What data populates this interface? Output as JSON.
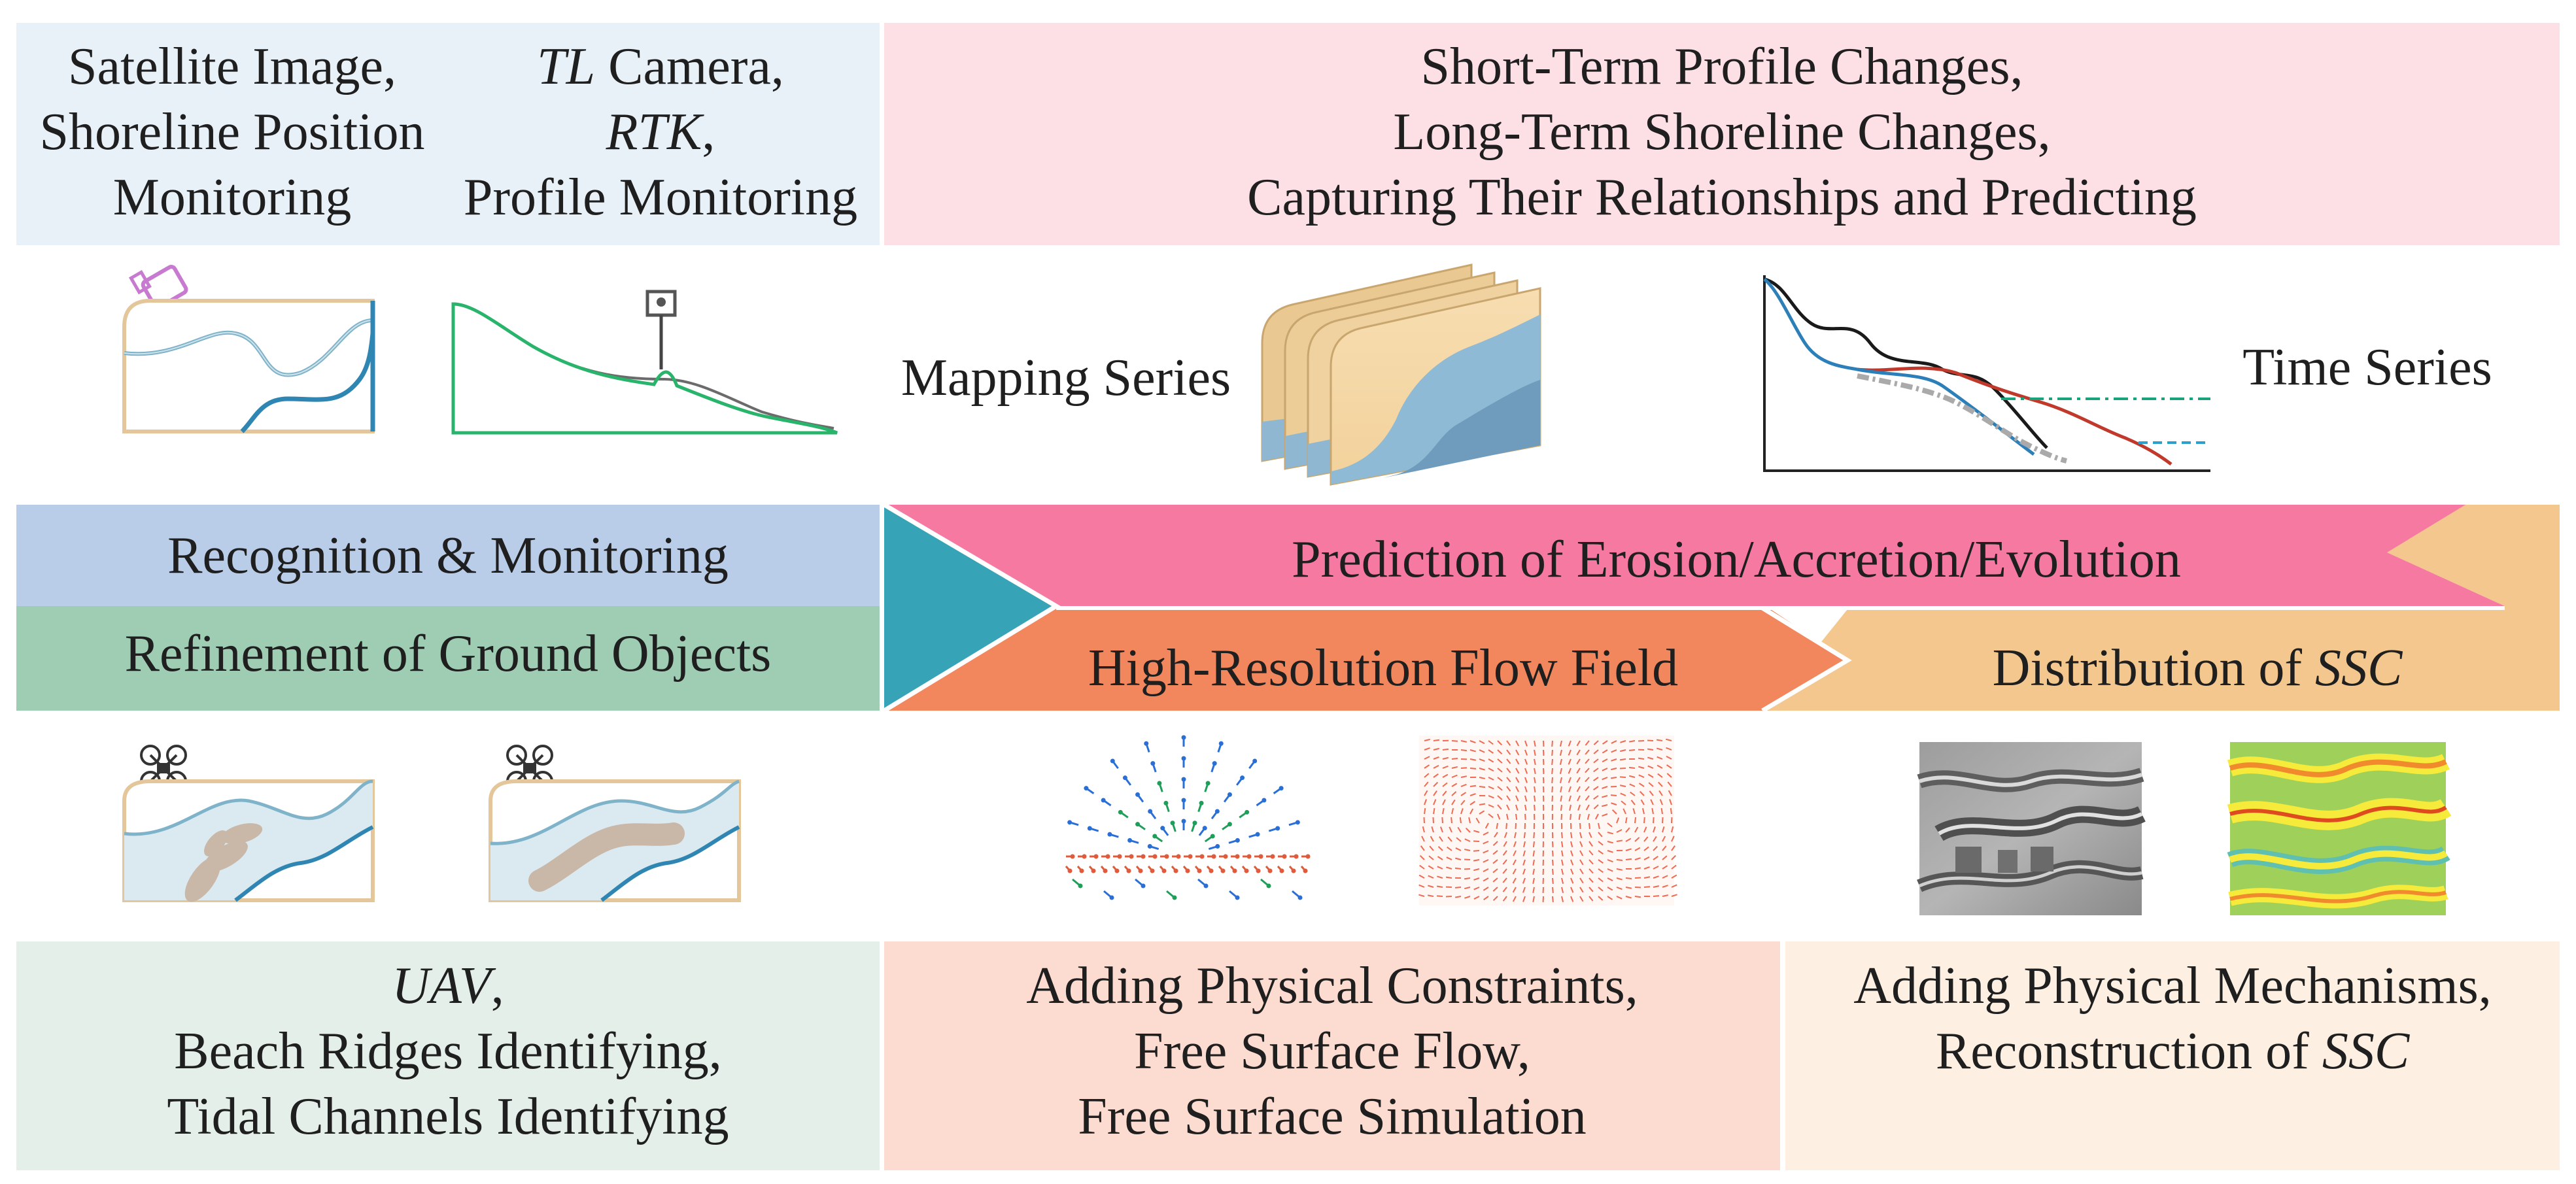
{
  "colors": {
    "top_left_bg": "#e8f0f8",
    "top_right_bg": "#fde0e6",
    "recognition_bg": "#b9cde8",
    "refinement_bg": "#9fcdb4",
    "teal_arrow": "#37a3b7",
    "pink_band": "#f679a2",
    "orange_band": "#f2865c",
    "tan_band": "#f3c78e",
    "bottom_left_bg": "#e5efe9",
    "bottom_mid_bg": "#fcdcd0",
    "bottom_right_bg": "#fdf0e2"
  },
  "top_left": {
    "col1": [
      "Satellite Image,",
      "Shoreline Position",
      "Monitoring"
    ],
    "col2": [
      {
        "italic": "TL",
        "text": " Camera,"
      },
      {
        "italic": "RTK",
        "text": ","
      },
      {
        "italic": "",
        "text": "Profile Monitoring"
      }
    ]
  },
  "top_right": [
    "Short-Term Profile Changes,",
    "Long-Term Shoreline Changes,",
    "Capturing Their Relationships and Predicting"
  ],
  "mapping_series_label": "Mapping Series",
  "time_series_label": "Time Series",
  "band": {
    "recognition": "Recognition & Monitoring",
    "refinement": "Refinement of Ground Objects",
    "prediction": "Prediction of Erosion/Accretion/Evolution",
    "flow_field": "High-Resolution Flow Field",
    "ssc_prefix": "Distribution of ",
    "ssc_italic": "SSC"
  },
  "bottom_left": {
    "line1_italic": "UAV",
    "line1_suffix": ",",
    "line2": "Beach Ridges Identifying,",
    "line3": "Tidal Channels Identifying"
  },
  "bottom_mid": [
    "Adding Physical Constraints,",
    "Free Surface Flow,",
    "Free Surface Simulation"
  ],
  "bottom_right": {
    "line1": "Adding Physical Mechanisms,",
    "line2_prefix": "Reconstruction of ",
    "line2_italic": "SSC"
  },
  "icons": {
    "satellite_map": "satellite-shoreline-map-icon",
    "profile_camera": "camera-profile-icon",
    "mapping_stack": "mapping-series-stack-icon",
    "time_series_chart": "time-series-chart-icon",
    "uav_ridges": "uav-beach-ridges-icon",
    "uav_channels": "uav-tidal-channels-icon",
    "vector_field": "vector-field-icon",
    "vortex_field": "vortex-flow-field-icon",
    "grey_relief": "grey-relief-image-icon",
    "ssc_heatmap": "ssc-heatmap-icon"
  }
}
